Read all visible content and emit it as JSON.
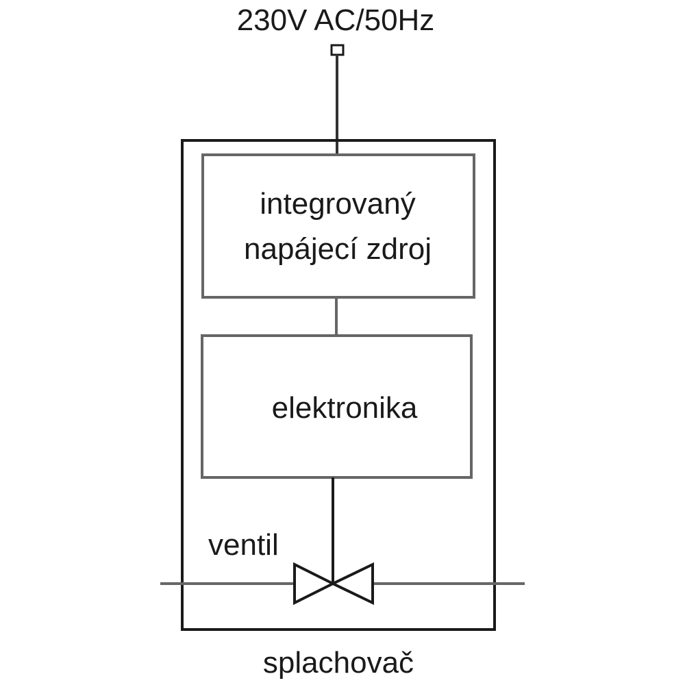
{
  "supply_label": "230V AC/50Hz",
  "blocks": {
    "power_supply": {
      "line1": "integrovaný",
      "line2": "napájecí zdroj"
    },
    "electronics": {
      "label": "elektronika"
    }
  },
  "valve_label": "ventil",
  "enclosure_label": "splachovač",
  "colors": {
    "outer_line": "#1a1a1a",
    "block_line": "#666666",
    "wire": "#333333",
    "pipe": "#666666",
    "text": "#1a1a1a"
  }
}
